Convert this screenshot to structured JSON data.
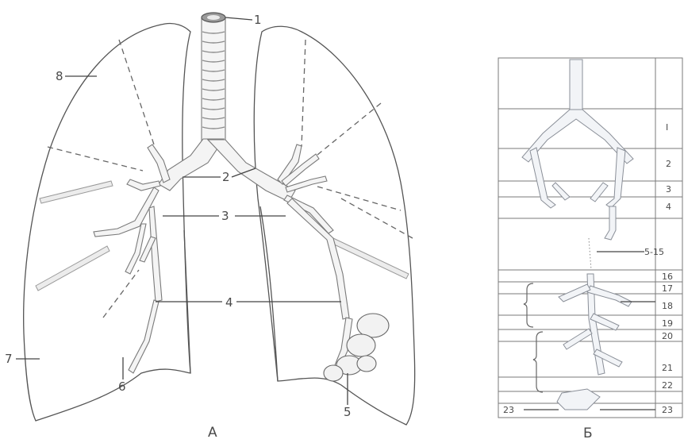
{
  "figure_a": {
    "caption": "А",
    "labels": {
      "l1": "1",
      "l2": "2",
      "l3": "3",
      "l4": "4",
      "l5": "5",
      "l6": "6",
      "l7": "7",
      "l8": "8"
    }
  },
  "figure_b": {
    "caption": "Б",
    "generations": [
      "I",
      "2",
      "3",
      "4",
      "5-15",
      "16",
      "17",
      "18",
      "19",
      "20",
      "21",
      "22",
      "23"
    ],
    "left_label": "23"
  }
}
